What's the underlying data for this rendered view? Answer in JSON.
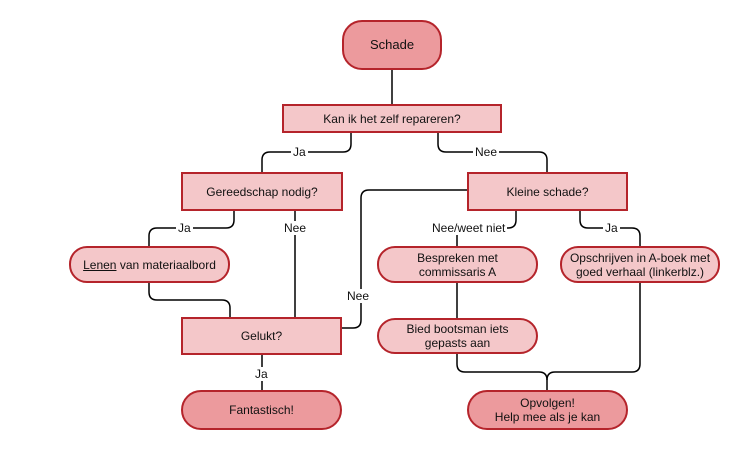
{
  "nodes": {
    "schade": "Schade",
    "kan_zelf": "Kan ik het zelf repareren?",
    "gereedschap": "Gereedschap nodig?",
    "kleine_schade": "Kleine schade?",
    "lenen_link": "Lenen",
    "lenen_rest": " van materiaalbord",
    "bespreken": "Bespreken met\ncommissaris A",
    "opschrijven": "Opschrijven in A-boek met\ngoed verhaal (linkerblz.)",
    "gelukt": "Gelukt?",
    "bied": "Bied bootsman iets\ngepasts aan",
    "fantastisch": "Fantastisch!",
    "opvolgen": "Opvolgen!\nHelp mee als je kan"
  },
  "edge_labels": {
    "ja_1": "Ja",
    "nee_1": "Nee",
    "ja_2": "Ja",
    "nee_2": "Nee",
    "nee_weet_niet": "Nee/weet niet",
    "ja_3": "Ja",
    "nee_3": "Nee",
    "ja_4": "Ja"
  },
  "colors": {
    "rect_fill": "#f4c7c9",
    "pill_dark_fill": "#ec9a9d",
    "border": "#b5242b",
    "line": "#000000"
  }
}
